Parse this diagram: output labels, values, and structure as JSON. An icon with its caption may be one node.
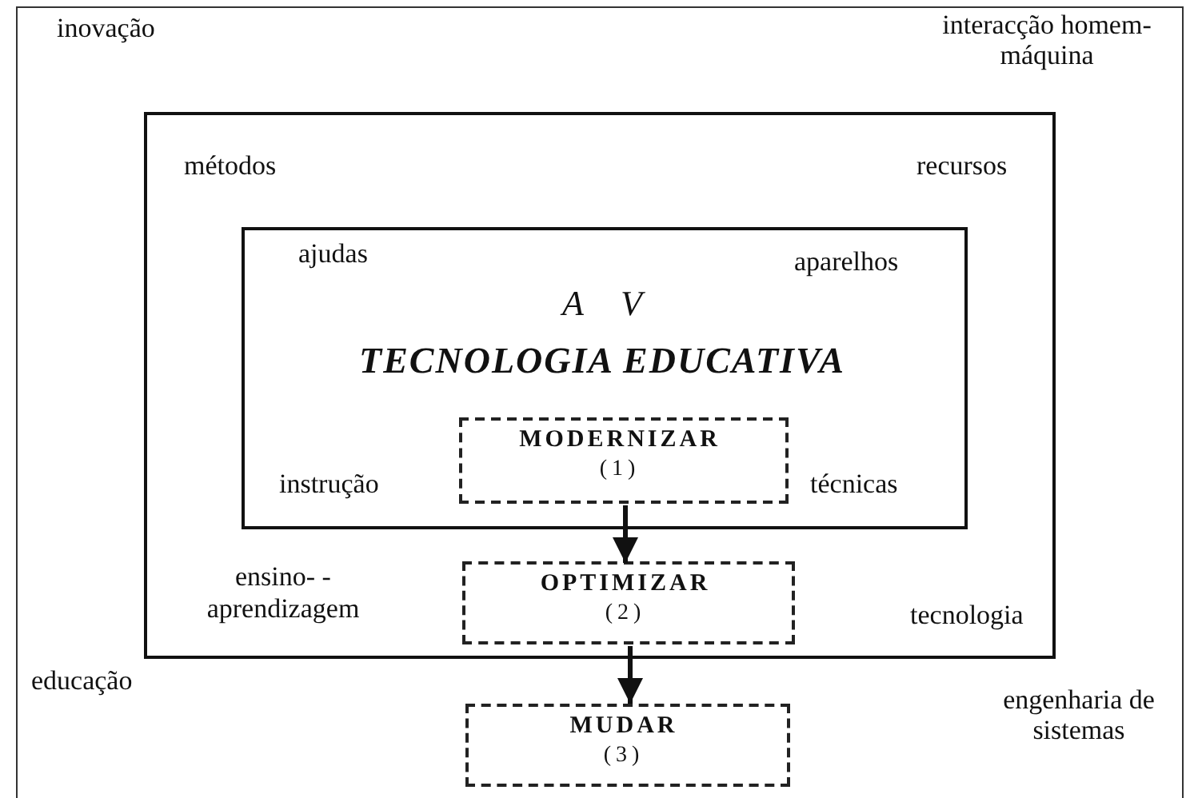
{
  "diagram": {
    "nodes": [
      {
        "text": [
          "inovação",
          "interacção homem-máquina",
          "educação",
          "engenharia de sistemas"
        ]
      },
      {
        "text": [
          "métodos",
          "recursos",
          "ensino- -aprendizagem",
          "tecnologia"
        ],
        "in": 0
      },
      {
        "text": [
          "ajudas",
          "aparelhos",
          "A V",
          "TECNOLOGIA EDUCATIVA",
          "instrução",
          "técnicas"
        ],
        "in": 1
      },
      {
        "text": [
          "MODERNIZAR",
          "(1)"
        ],
        "in": 2
      },
      {
        "text": [
          "OPTIMIZAR",
          "(2)"
        ],
        "in": 1
      },
      {
        "text": [
          "MUDAR",
          "(3)"
        ],
        "in": 0
      }
    ],
    "edges": [
      {
        "from": 3,
        "to": 4,
        "arrow": "to"
      },
      {
        "from": 4,
        "to": 5,
        "arrow": "to"
      }
    ]
  }
}
